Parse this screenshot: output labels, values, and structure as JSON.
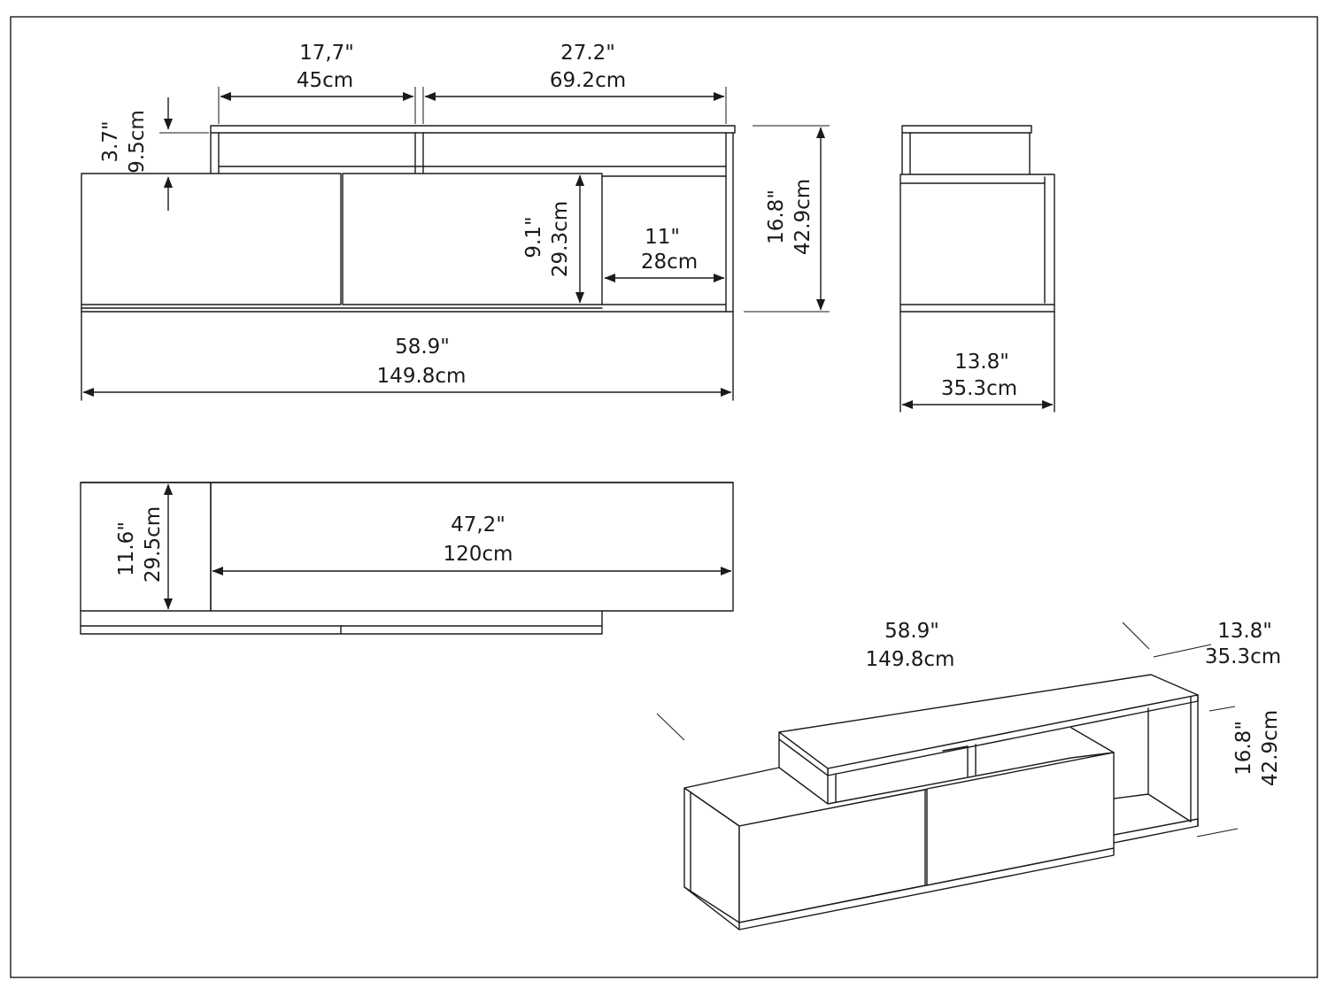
{
  "diagram": {
    "front_view": {
      "top_shelf_left_width": {
        "in": "17,7\"",
        "cm": "45cm"
      },
      "top_shelf_right_width": {
        "in": "27.2\"",
        "cm": "69.2cm"
      },
      "top_shelf_height": {
        "in": "3.7\"",
        "cm": "9.5cm"
      },
      "door_height": {
        "in": "9.1\"",
        "cm": "29.3cm"
      },
      "open_shelf_width": {
        "in": "11\"",
        "cm": "28cm"
      },
      "total_height": {
        "in": "16.8\"",
        "cm": "42.9cm"
      },
      "total_width": {
        "in": "58.9\"",
        "cm": "149.8cm"
      }
    },
    "side_view": {
      "depth": {
        "in": "13.8\"",
        "cm": "35.3cm"
      }
    },
    "top_view": {
      "depth": {
        "in": "11.6\"",
        "cm": "29.5cm"
      },
      "top_width": {
        "in": "47,2\"",
        "cm": "120cm"
      }
    },
    "isometric_view": {
      "width": {
        "in": "58.9\"",
        "cm": "149.8cm"
      },
      "depth": {
        "in": "13.8\"",
        "cm": "35.3cm"
      },
      "height": {
        "in": "16.8\"",
        "cm": "42.9cm"
      }
    }
  }
}
